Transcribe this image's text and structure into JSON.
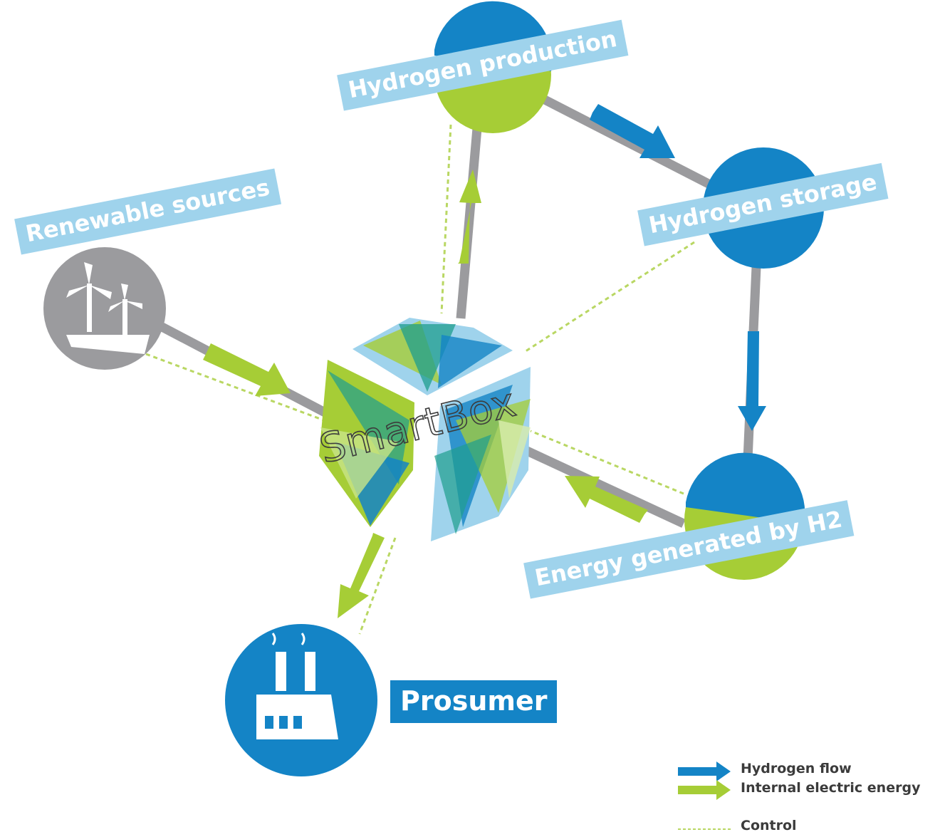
{
  "nodes": {
    "renewable": "Renewable sources",
    "h2_production": "Hydrogen production",
    "h2_storage": "Hydrogen storage",
    "h2_energy": "Energy generated by H2",
    "prosumer": "Prosumer",
    "smartbox": "SmartBox"
  },
  "legend": {
    "hydrogen_flow": "Hydrogen flow",
    "electric": "Internal electric energy",
    "control": "Control"
  },
  "colors": {
    "hydrogen_blue": "#1484c6",
    "electric_green": "#a6cd36",
    "light_blue": "#9fd3ec",
    "connector_gray": "#9b9b9e",
    "node_gray": "#9b9b9e",
    "control_dash": "#b9d763"
  },
  "icons": {
    "renewable": "wind-turbines-icon",
    "prosumer": "factory-icon"
  }
}
